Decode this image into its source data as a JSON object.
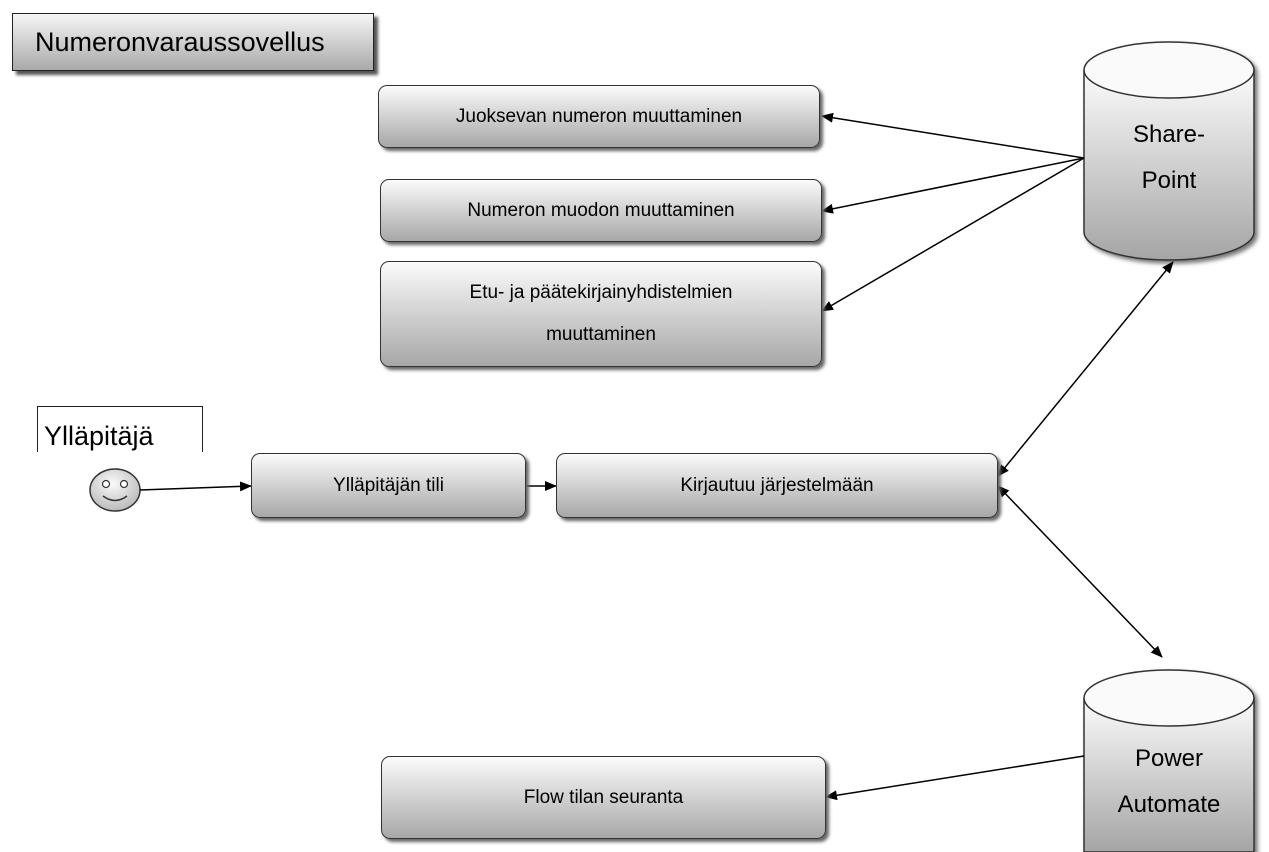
{
  "title": "Numeronvaraussovellus",
  "actor": {
    "label": "Ylläpitäjä",
    "icon": "smiley-icon"
  },
  "nodes": {
    "juokseva": "Juoksevan numeron muuttaminen",
    "muoto": "Numeron muodon muuttaminen",
    "etu_paate": "Etu- ja päätekirjainyhdistelmien\nmuuttaminen",
    "tili": "Ylläpitäjän tili",
    "kirjautuu": "Kirjautuu järjestelmään",
    "flow": "Flow tilan seuranta"
  },
  "databases": {
    "sharepoint": "Share-\nPoint",
    "power_automate": "Power\nAutomate"
  },
  "colors": {
    "box_top": "#fbfbfb",
    "box_bottom": "#a7a7a7",
    "line": "#000000"
  }
}
